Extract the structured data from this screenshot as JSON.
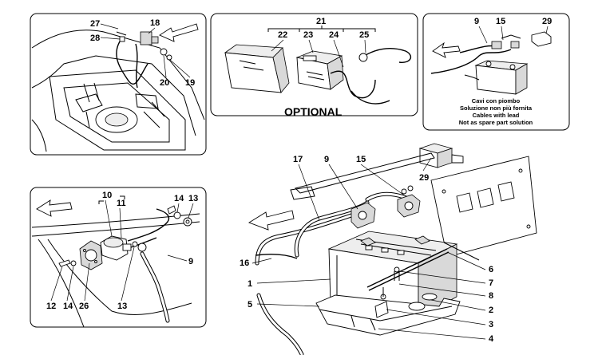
{
  "callouts": {
    "top_left": [
      "27",
      "28",
      "18",
      "20",
      "19"
    ],
    "optional_kit": [
      "21",
      "22",
      "23",
      "24",
      "25"
    ],
    "top_right": [
      "9",
      "15",
      "29"
    ],
    "bottom_left": [
      "10",
      "11",
      "14",
      "13",
      "9",
      "12",
      "14",
      "26",
      "13"
    ],
    "main": [
      "17",
      "9",
      "15",
      "29",
      "16",
      "1",
      "5",
      "6",
      "7",
      "8",
      "2",
      "3",
      "4"
    ]
  },
  "optional_label": "OPTIONAL",
  "note": {
    "line1": "Cavi con piombo",
    "line2": "Soluzione non più fornita",
    "line3": "Cables with lead",
    "line4": "Not as spare part solution"
  }
}
